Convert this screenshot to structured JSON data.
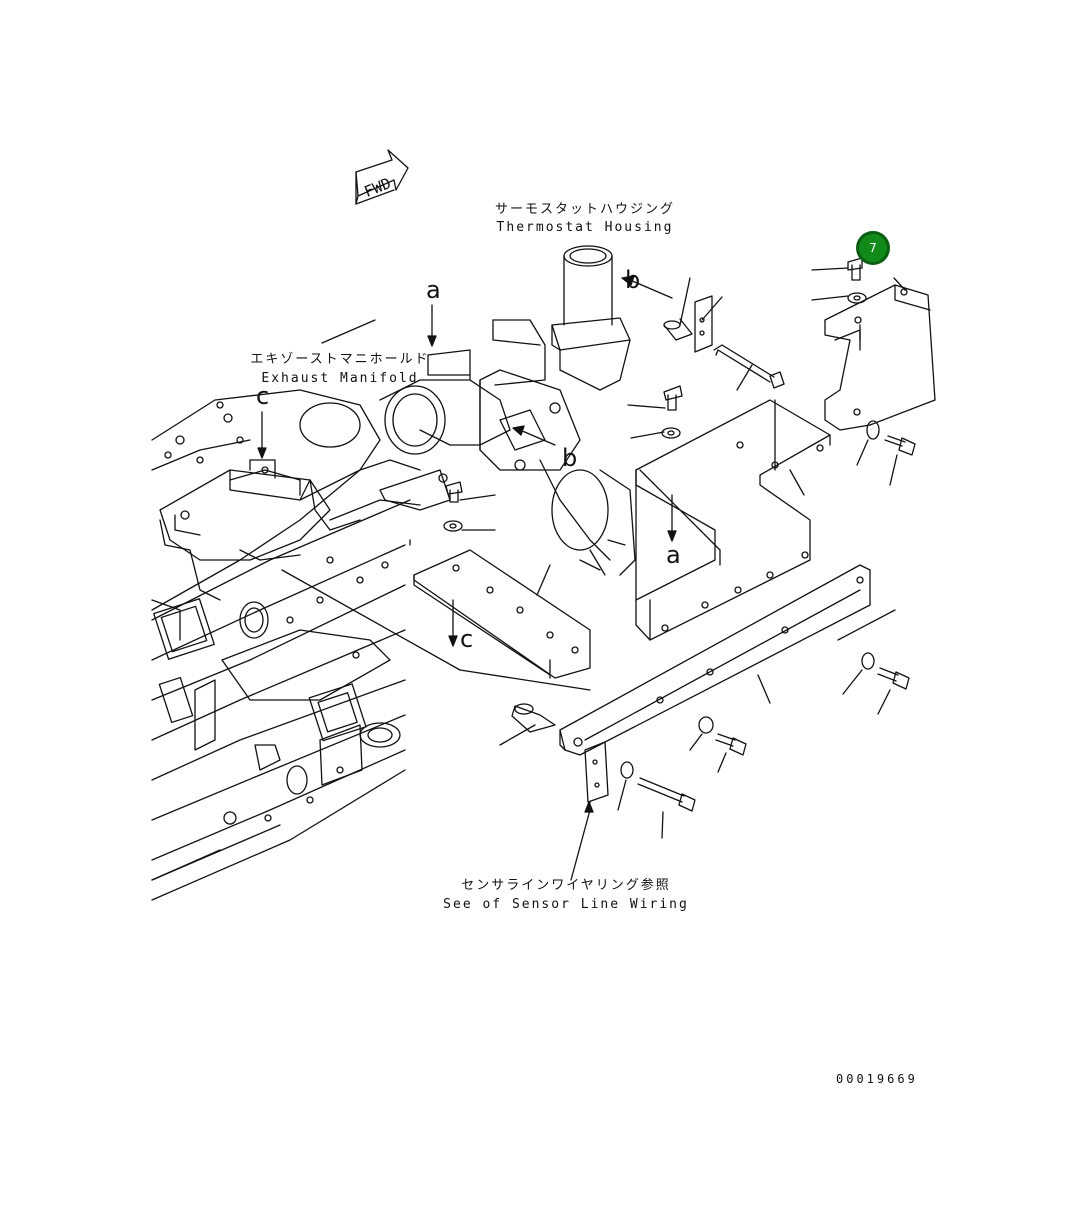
{
  "labels": {
    "thermostat_jp": "サーモスタットハウジング",
    "thermostat_en": "Thermostat Housing",
    "exhaust_jp": "エキゾーストマニホールド",
    "exhaust_en": "Exhaust Manifold",
    "sensor_jp": "センサラインワイヤリング参照",
    "sensor_en": "See of Sensor Line Wiring",
    "drawing_number": "00019669",
    "fwd": "FWD"
  },
  "reference_letters": {
    "a_top": "a",
    "a_bottom": "a",
    "b_top": "b",
    "b_mid": "b",
    "c_top": "c",
    "c_mid": "c"
  },
  "callouts": [
    {
      "number": "7",
      "color": "#118a1a"
    }
  ],
  "line_color": "#111111"
}
